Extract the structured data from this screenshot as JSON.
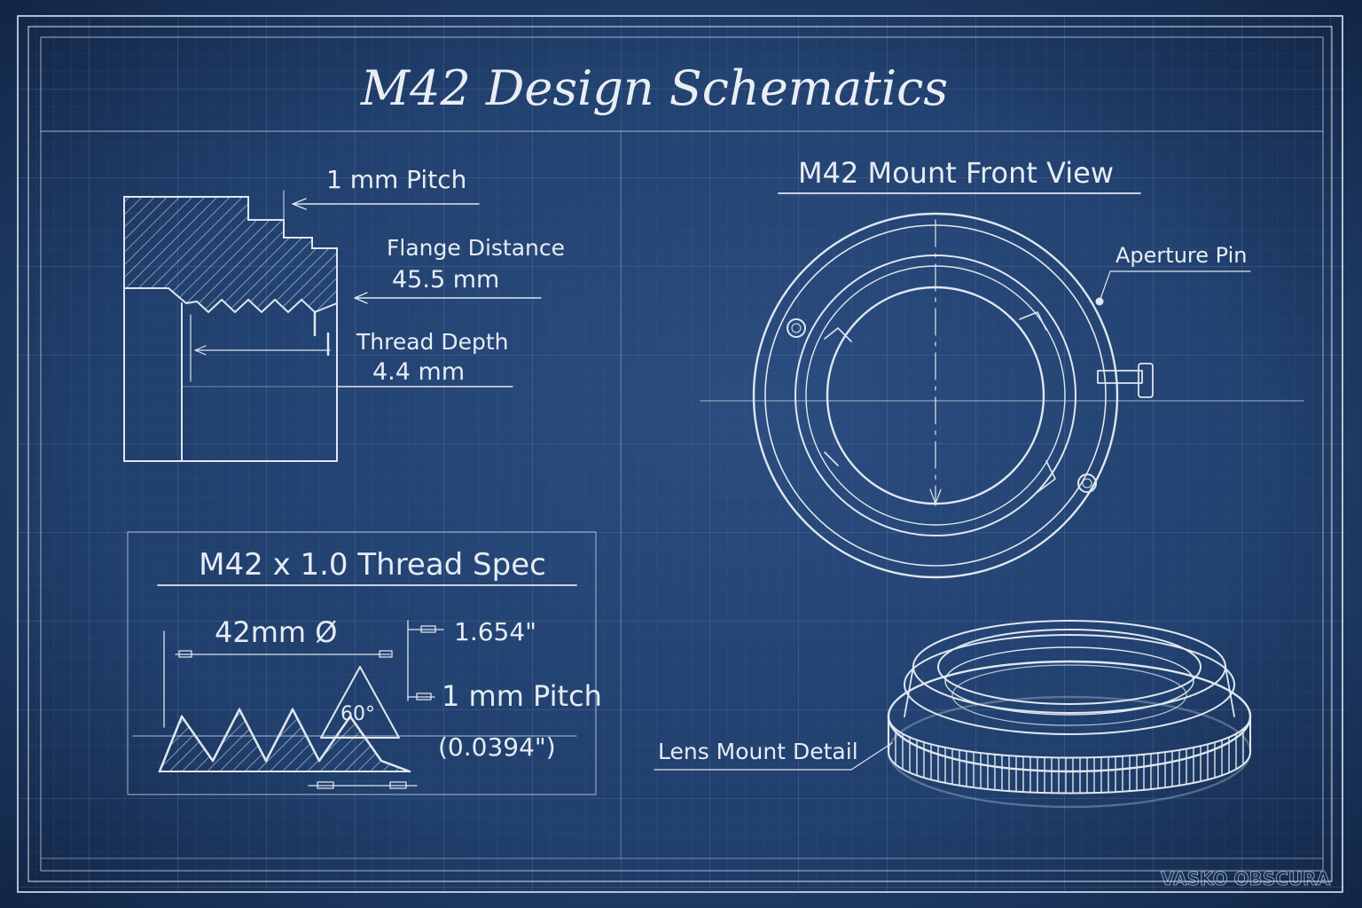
{
  "title": "M42 Design Schematics",
  "thread_profile": {
    "pitch_label": "1 mm Pitch",
    "flange_label": "Flange Distance",
    "flange_value": "45.5 mm",
    "depth_label": "Thread Depth",
    "depth_value": "4.4 mm"
  },
  "thread_spec": {
    "heading": "M42 x 1.0 Thread Spec",
    "diameter_label": "42mm Ø",
    "diameter_inch": "1.654\"",
    "angle_label": "60°",
    "pitch_label": "1 mm Pitch",
    "pitch_inch": "(0.0394\")"
  },
  "front_view": {
    "heading": "M42 Mount Front View",
    "aperture_label": "Aperture Pin"
  },
  "lens_detail": {
    "label": "Lens Mount Detail"
  },
  "watermark": "VASKO OBSCURA",
  "colors": {
    "paper": "#21406e",
    "ink": "#e6ecf3",
    "grid": "#5a78a3"
  }
}
